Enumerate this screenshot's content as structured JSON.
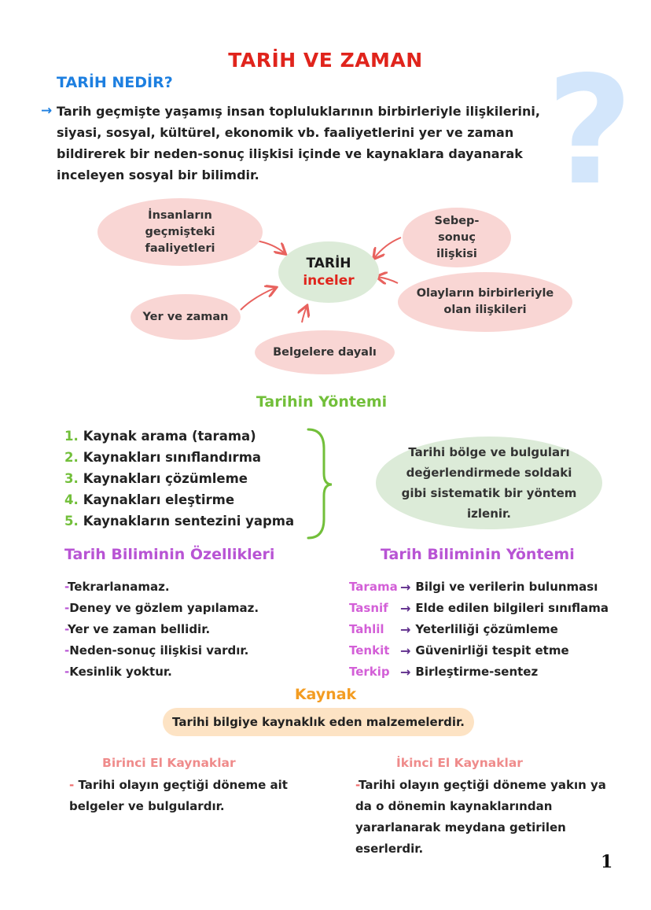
{
  "title": "TARİH VE ZAMAN",
  "tarih_nedir": {
    "heading": "TARİH NEDİR?",
    "paragraph": "Tarih geçmişte yaşamış insan topluluklarının birbirleriyle ilişkilerini, siyasi, sosyal, kültürel, ekonomik vb. faaliyetlerini yer ve zaman bildirerek bir neden-sonuç ilişkisi içinde ve kaynaklara dayanarak inceleyen sosyal bir bilimdir."
  },
  "mind_map": {
    "center_line1": "TARİH",
    "center_line2": "inceler",
    "nodes": [
      "İnsanların geçmişteki faaliyetleri",
      "Sebep-sonuç ilişkisi",
      "Yer ve zaman",
      "Olayların birbirleriyle olan ilişkileri",
      "Belgelere dayalı"
    ]
  },
  "tarihin_yontemi": {
    "heading": "Tarihin Yöntemi",
    "steps": [
      {
        "num": "1.",
        "text": "Kaynak arama (tarama)"
      },
      {
        "num": "2.",
        "text": "Kaynakları sınıflandırma"
      },
      {
        "num": "3.",
        "text": "Kaynakları çözümleme"
      },
      {
        "num": "4.",
        "text": "Kaynakları eleştirme"
      },
      {
        "num": "5.",
        "text": "Kaynakların sentezini yapma"
      }
    ],
    "note": "Tarihi bölge ve bulguları değerlendirmede soldaki gibi sistematik bir yöntem izlenir."
  },
  "ozellikler": {
    "heading": "Tarih Biliminin Özellikleri",
    "items": [
      "Tekrarlanamaz.",
      "Deney ve gözlem yapılamaz.",
      "Yer ve zaman bellidir.",
      "Neden-sonuç ilişkisi vardır.",
      "Kesinlik yoktur."
    ]
  },
  "bilim_yontemi": {
    "heading": "Tarih Biliminin Yöntemi",
    "rows": [
      {
        "term": "Tarama",
        "desc": "Bilgi ve verilerin bulunması"
      },
      {
        "term": "Tasnif",
        "desc": "Elde edilen bilgileri sınıflama"
      },
      {
        "term": "Tahlil",
        "desc": "Yeterliliği çözümleme"
      },
      {
        "term": "Tenkit",
        "desc": "Güvenirliği tespit etme"
      },
      {
        "term": "Terkip",
        "desc": "Birleştirme-sentez"
      }
    ]
  },
  "kaynak": {
    "heading": "Kaynak",
    "definition": "Tarihi bilgiye kaynaklık eden malzemelerdir.",
    "birinci_heading": "Birinci El Kaynaklar",
    "birinci_text": "Tarihi olayın geçtiği döneme ait belgeler ve bulgulardır.",
    "ikinci_heading": "İkinci El Kaynaklar",
    "ikinci_text": "Tarihi olayın geçtiği döneme yakın ya da o dönemin kaynaklarından yararlanarak meydana getirilen eserlerdir."
  },
  "page_number": "1",
  "colors": {
    "title": "#e0241c",
    "blue": "#1d7fe0",
    "green": "#72bf3a",
    "purple": "#b854d4",
    "orange": "#f39c21",
    "pink_blob": "#f9d6d4",
    "green_blob": "#dcebd8",
    "arrow": "#e8625e"
  }
}
